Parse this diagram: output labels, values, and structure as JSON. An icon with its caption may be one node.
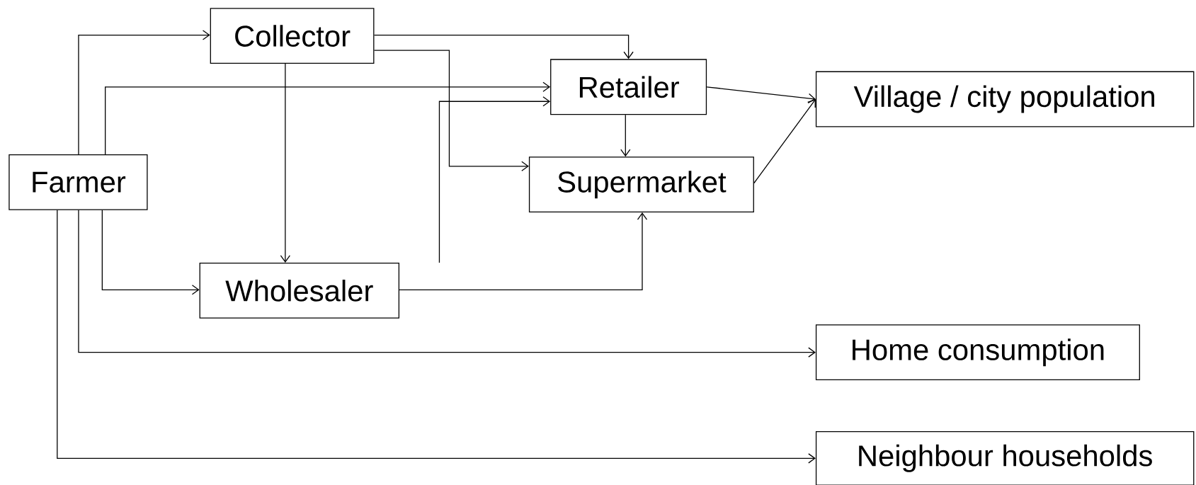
{
  "diagram": {
    "nodes": [
      {
        "text": [
          "Farmer"
        ]
      },
      {
        "text": [
          "Collector"
        ]
      },
      {
        "text": [
          "Retailer"
        ]
      },
      {
        "text": [
          "Supermarket"
        ]
      },
      {
        "text": [
          "Wholesaler"
        ]
      },
      {
        "text": [
          "Village / city population"
        ]
      },
      {
        "text": [
          "Home consumption"
        ]
      },
      {
        "text": [
          "Neighbour households"
        ]
      }
    ],
    "edges": [
      {
        "from": 0,
        "to": 1,
        "arrow": "to"
      },
      {
        "from": 0,
        "to": 2,
        "arrow": "to"
      },
      {
        "from": 0,
        "to": 4,
        "arrow": "to"
      },
      {
        "from": 0,
        "to": 6,
        "arrow": "to"
      },
      {
        "from": 0,
        "to": 7,
        "arrow": "to"
      },
      {
        "from": 1,
        "to": 2,
        "arrow": "to"
      },
      {
        "from": 1,
        "to": 3,
        "arrow": "to"
      },
      {
        "from": 1,
        "to": 4,
        "arrow": "to"
      },
      {
        "from": 4,
        "to": 2,
        "arrow": "to"
      },
      {
        "from": 4,
        "to": 3,
        "arrow": "to"
      },
      {
        "from": 2,
        "to": 3,
        "arrow": "to"
      },
      {
        "from": 2,
        "to": 5,
        "arrow": "to"
      },
      {
        "from": 3,
        "to": 5,
        "arrow": "to"
      }
    ]
  }
}
